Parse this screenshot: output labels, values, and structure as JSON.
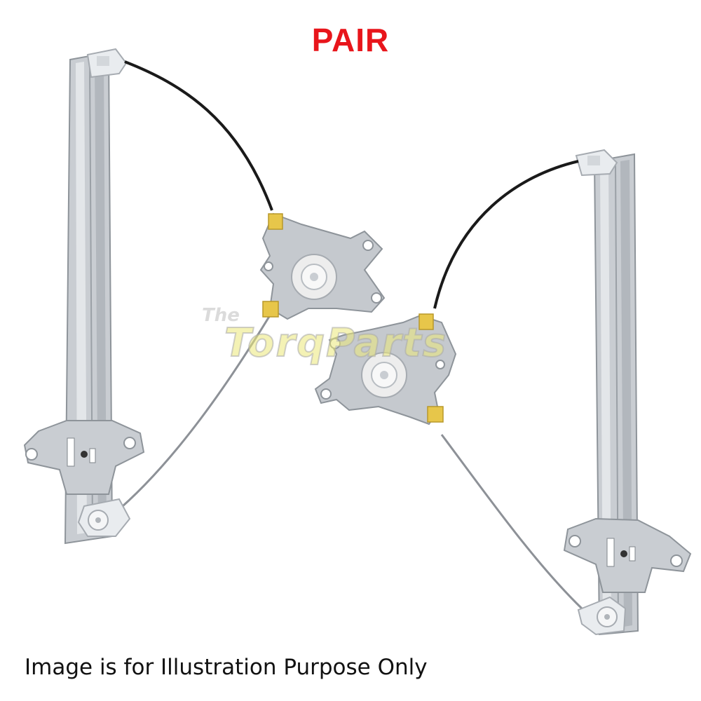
{
  "title": "PAIR",
  "caption": "Image is for Illustration Purpose Only",
  "watermark": {
    "prefix": "The",
    "brand": "TorqParts"
  },
  "colors": {
    "title": "#e8151b",
    "metal": "#c9cdd2",
    "metal_dark": "#9aa0a6",
    "cable": "#1a1a1a",
    "cable_light": "#8d9197",
    "plastic": "#e9ecef",
    "connector": "#e7c64a"
  }
}
